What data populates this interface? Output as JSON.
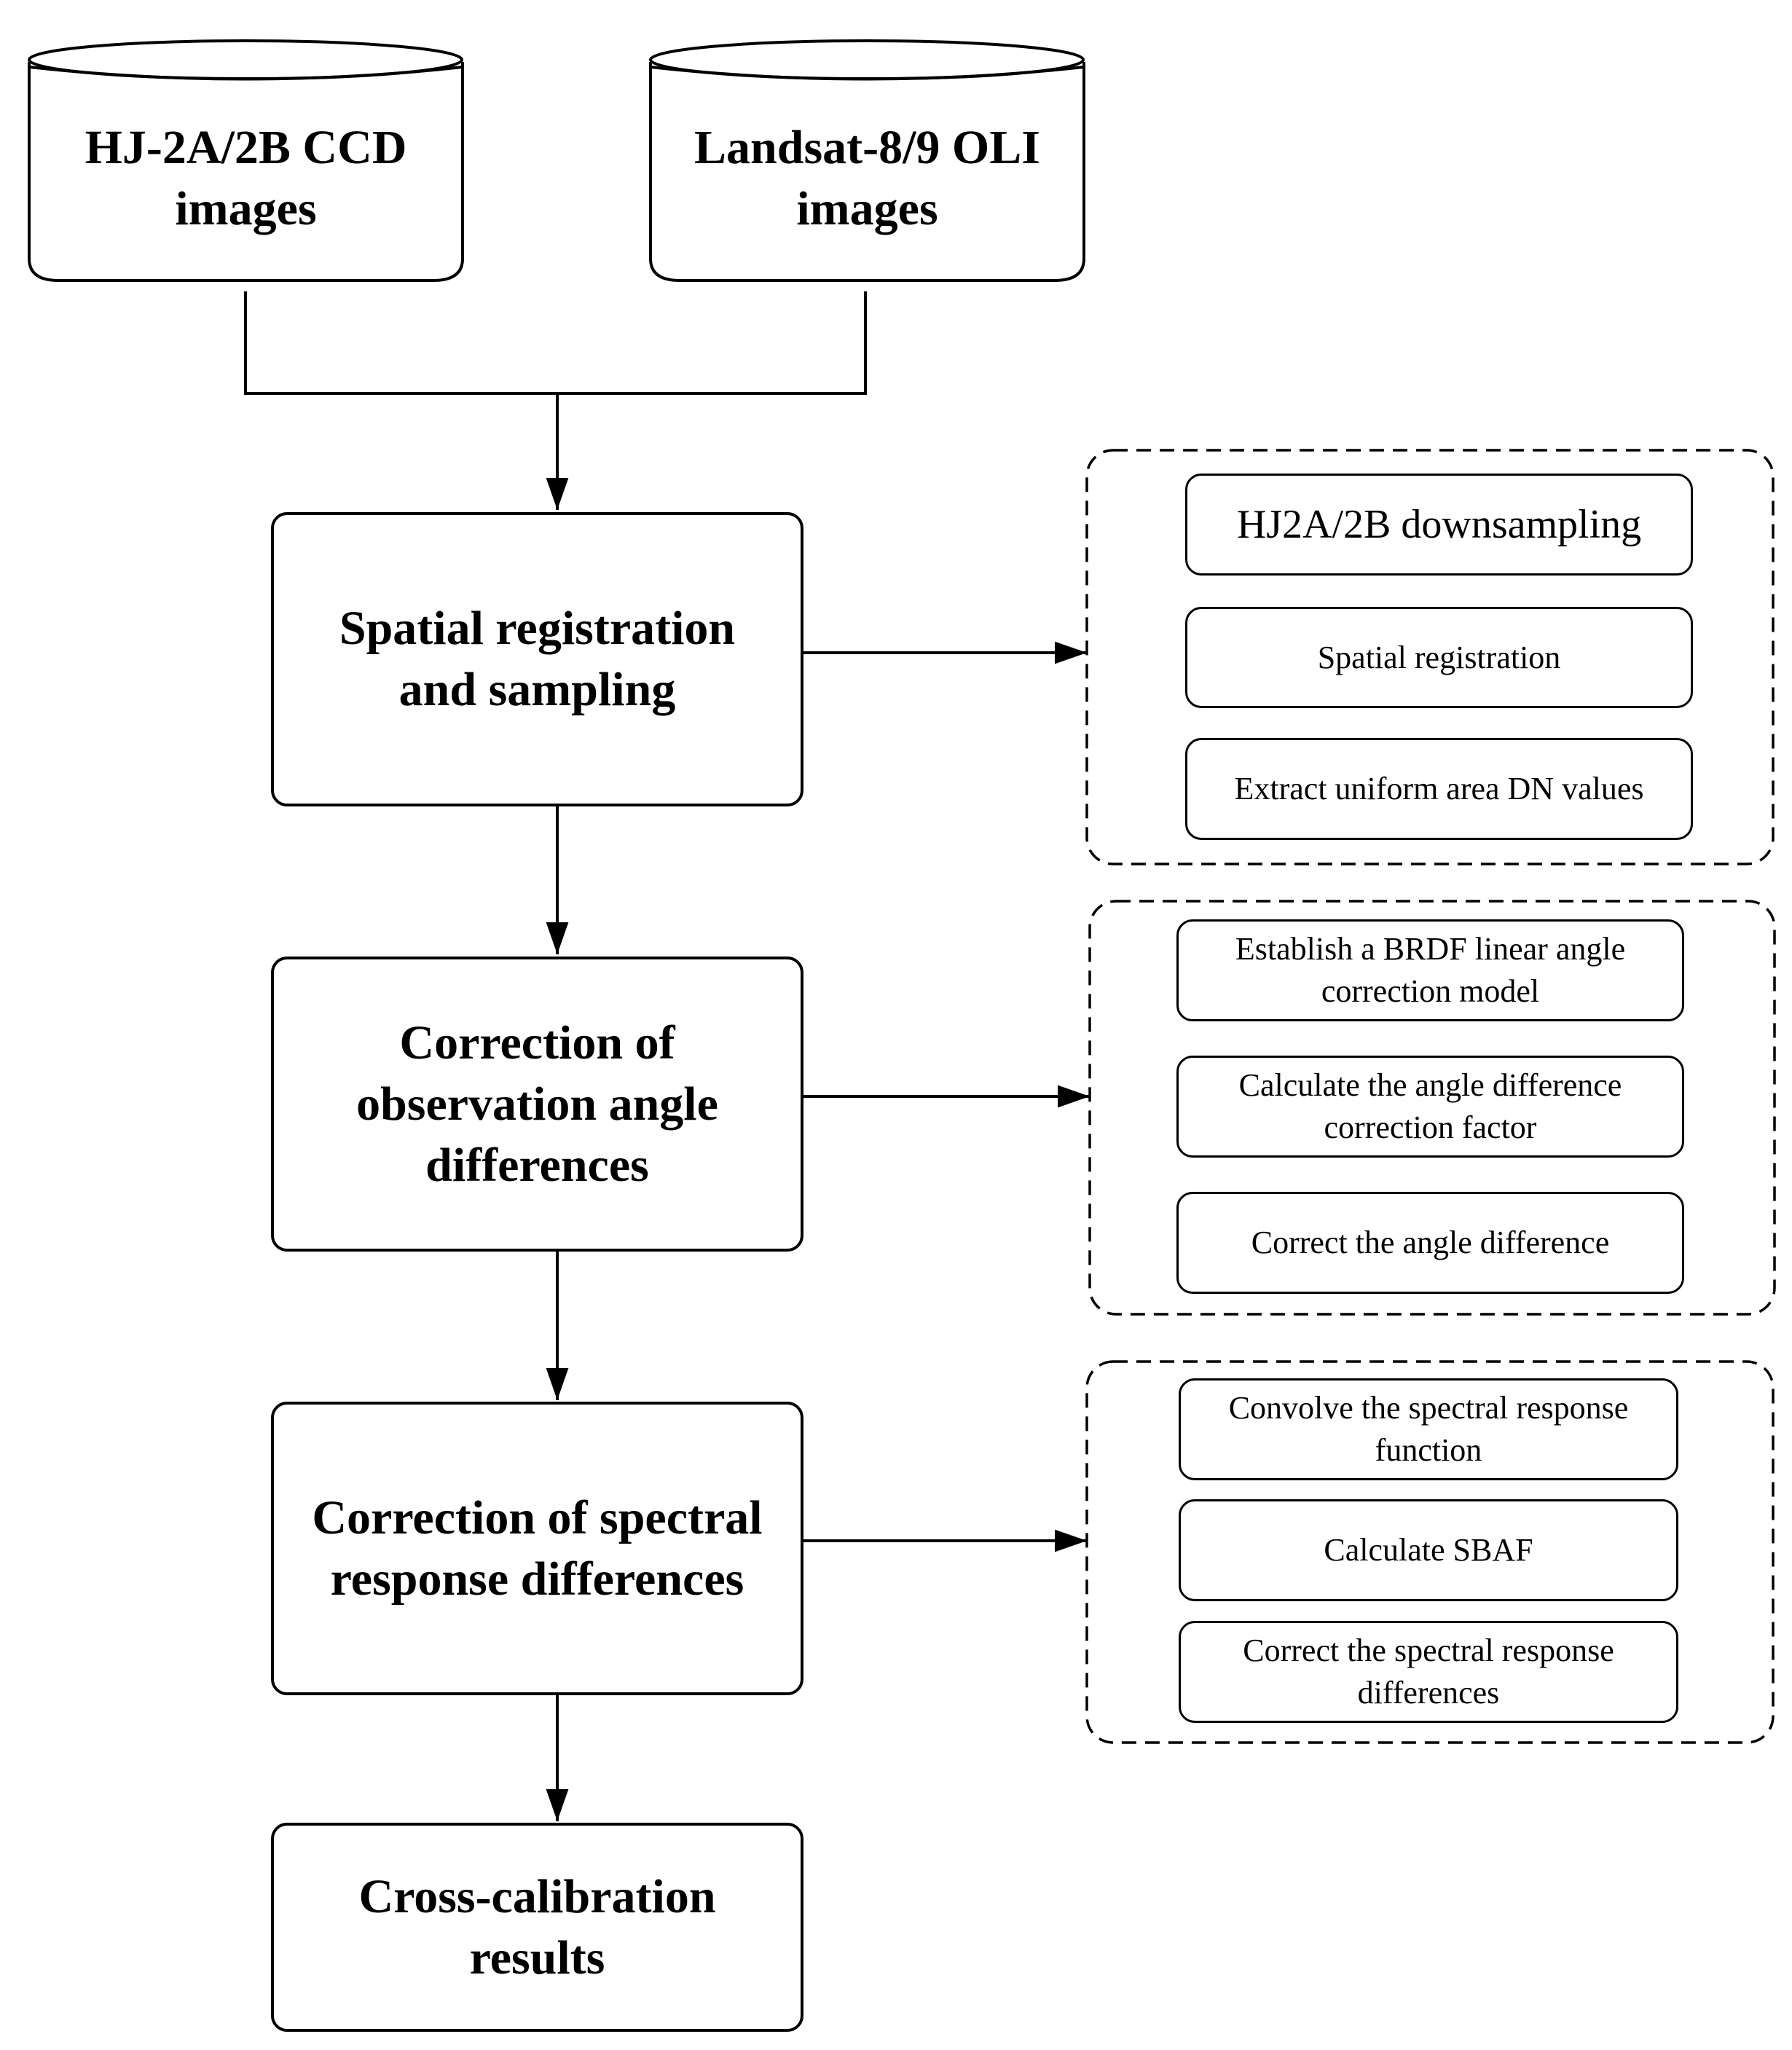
{
  "sources": [
    {
      "label": "HJ-2A/2B CCD\nimages"
    },
    {
      "label": "Landsat-8/9 OLI\nimages"
    }
  ],
  "steps": [
    {
      "label": "Spatial registration\nand sampling",
      "substeps": [
        "HJ2A/2B downsampling",
        "Spatial registration",
        "Extract uniform area DN values"
      ]
    },
    {
      "label": "Correction of\nobservation angle\ndifferences",
      "substeps": [
        "Establish a BRDF linear angle\ncorrection model",
        "Calculate the angle difference\ncorrection factor",
        "Correct the angle difference"
      ]
    },
    {
      "label": "Correction of spectral\nresponse differences",
      "substeps": [
        "Convolve the spectral response\nfunction",
        "Calculate SBAF",
        "Correct the spectral response\ndifferences"
      ]
    }
  ],
  "result": {
    "label": "Cross-calibration\nresults"
  },
  "colors": {
    "stroke": "#000000",
    "background": "#ffffff"
  }
}
